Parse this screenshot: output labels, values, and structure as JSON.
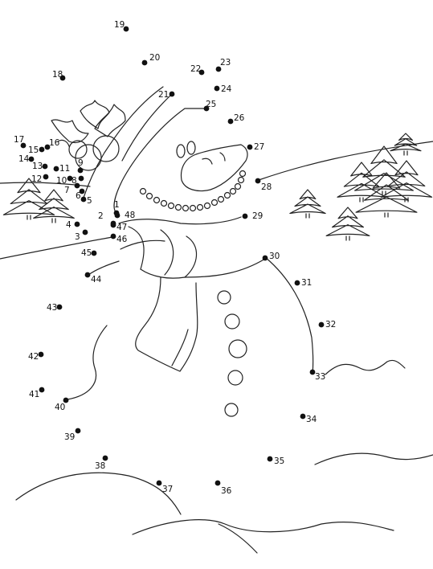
{
  "worksheet": {
    "dots": [
      {
        "n": "1"
      },
      {
        "n": "2"
      },
      {
        "n": "3"
      },
      {
        "n": "4"
      },
      {
        "n": "5"
      },
      {
        "n": "6"
      },
      {
        "n": "7"
      },
      {
        "n": "8"
      },
      {
        "n": "9"
      },
      {
        "n": "10"
      },
      {
        "n": "11"
      },
      {
        "n": "12"
      },
      {
        "n": "13"
      },
      {
        "n": "14"
      },
      {
        "n": "15"
      },
      {
        "n": "16"
      },
      {
        "n": "17"
      },
      {
        "n": "18"
      },
      {
        "n": "19"
      },
      {
        "n": "20"
      },
      {
        "n": "21"
      },
      {
        "n": "22"
      },
      {
        "n": "23"
      },
      {
        "n": "24"
      },
      {
        "n": "25"
      },
      {
        "n": "26"
      },
      {
        "n": "27"
      },
      {
        "n": "28"
      },
      {
        "n": "29"
      },
      {
        "n": "30"
      },
      {
        "n": "31"
      },
      {
        "n": "32"
      },
      {
        "n": "33"
      },
      {
        "n": "34"
      },
      {
        "n": "35"
      },
      {
        "n": "36"
      },
      {
        "n": "37"
      },
      {
        "n": "38"
      },
      {
        "n": "39"
      },
      {
        "n": "40"
      },
      {
        "n": "41"
      },
      {
        "n": "42"
      },
      {
        "n": "43"
      },
      {
        "n": "44"
      },
      {
        "n": "45"
      },
      {
        "n": "46"
      },
      {
        "n": "47"
      },
      {
        "n": "48"
      }
    ]
  }
}
